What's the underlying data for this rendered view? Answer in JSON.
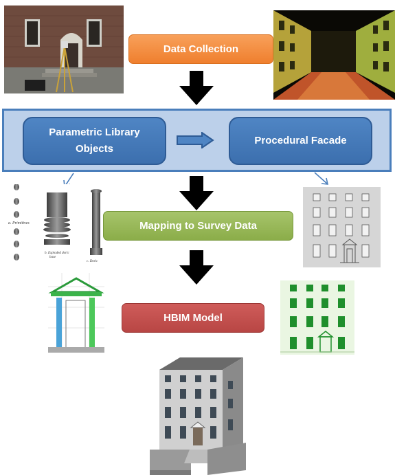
{
  "steps": {
    "data_collection": "Data Collection",
    "mapping": "Mapping to Survey Data",
    "hbim": "HBIM Model"
  },
  "parametric": {
    "library_line1": "Parametric Library",
    "library_line2": "Objects",
    "procedural": "Procedural Facade"
  },
  "captions": {
    "primitives": "a. Primitives",
    "exploded_line1": "b. Exploded doric",
    "exploded_line2": "base",
    "doric": "c. Doric"
  },
  "colors": {
    "orange": "#ef7f2e",
    "blue_box": "#3c6fae",
    "blue_band": "#bcd0ea",
    "green": "#8bad49",
    "red": "#b84644",
    "arrow": "#000000"
  },
  "icons": [
    "down-arrow-icon",
    "right-arrow-icon",
    "diagonal-arrow-icon"
  ]
}
